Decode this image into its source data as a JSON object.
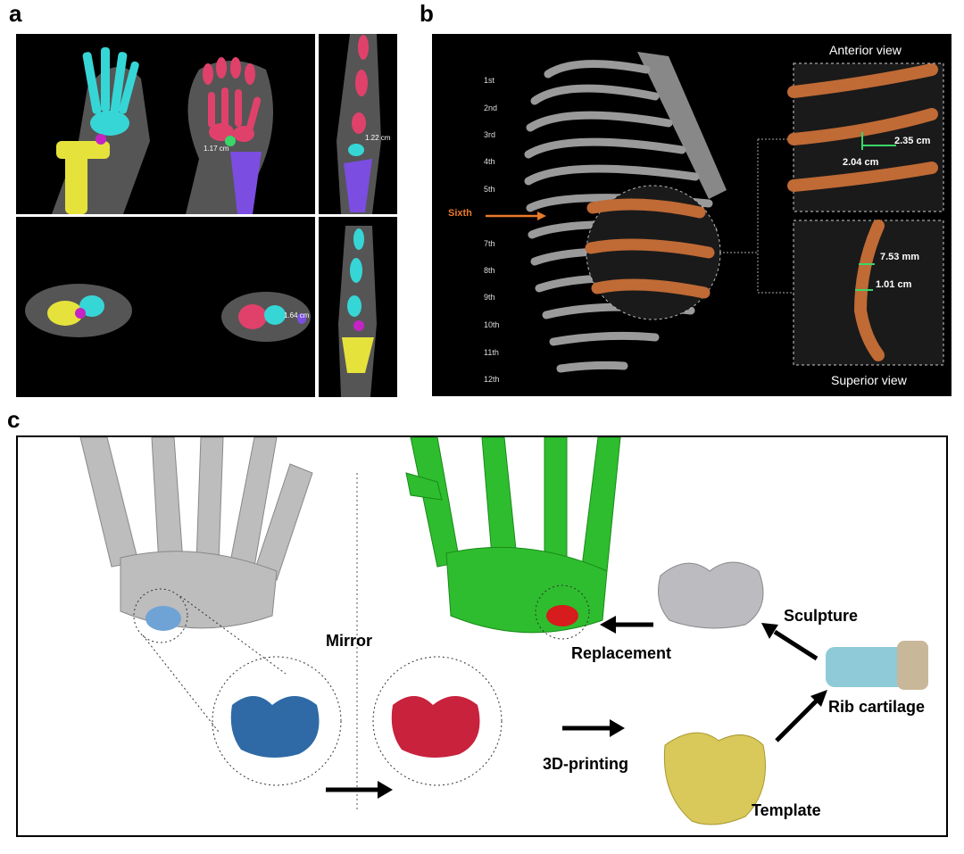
{
  "panels": {
    "a": {
      "label": "a",
      "measurements": [
        "1.17 cm",
        "1.22 cm",
        "1.64 cm"
      ]
    },
    "b": {
      "label": "b",
      "rib_labels": [
        "1st",
        "2nd",
        "3rd",
        "4th",
        "5th",
        "Sixth",
        "7th",
        "8th",
        "9th",
        "10th",
        "11th",
        "12th"
      ],
      "highlight_color": "#e87a2a",
      "anterior_title": "Anterior view",
      "superior_title": "Superior view",
      "anterior_measures": [
        "2.35 cm",
        "2.04 cm"
      ],
      "superior_measures": [
        "7.53 mm",
        "1.01 cm"
      ]
    },
    "c": {
      "label": "c",
      "mirror": "Mirror",
      "replacement": "Replacement",
      "sculpture": "Sculpture",
      "rib_cartilage": "Rib cartilage",
      "printing": "3D-printing",
      "template": "Template"
    }
  }
}
